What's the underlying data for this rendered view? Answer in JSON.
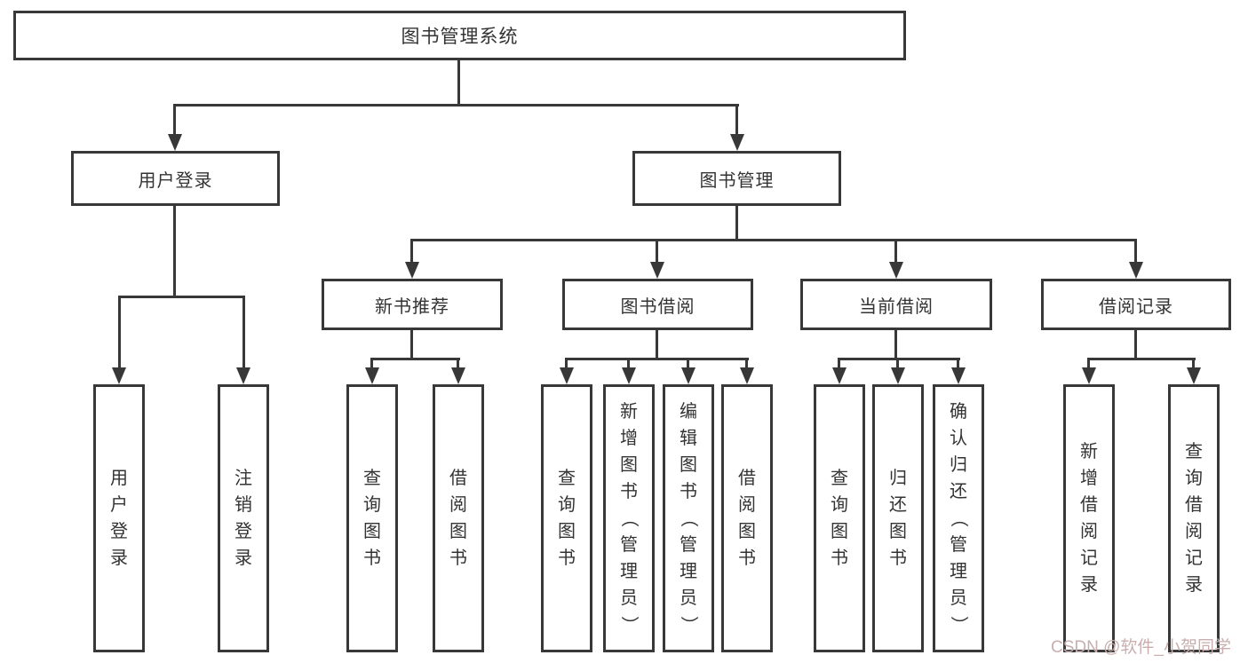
{
  "tree": {
    "label": "图书管理系统",
    "children": [
      {
        "label": "用户登录",
        "children": [
          {
            "label": "用户登录"
          },
          {
            "label": "注销登录"
          }
        ]
      },
      {
        "label": "图书管理",
        "children": [
          {
            "label": "新书推荐",
            "children": [
              {
                "label": "查询图书"
              },
              {
                "label": "借阅图书"
              }
            ]
          },
          {
            "label": "图书借阅",
            "children": [
              {
                "label": "查询图书"
              },
              {
                "label": "新增图书（管理员）"
              },
              {
                "label": "编辑图书（管理员）"
              },
              {
                "label": "借阅图书"
              }
            ]
          },
          {
            "label": "当前借阅",
            "children": [
              {
                "label": "查询图书"
              },
              {
                "label": "归还图书"
              },
              {
                "label": "确认归还（管理员）"
              }
            ]
          },
          {
            "label": "借阅记录",
            "children": [
              {
                "label": "新增借阅记录"
              },
              {
                "label": "查询借阅记录"
              }
            ]
          }
        ]
      }
    ]
  },
  "watermark": "CSDN @软件_小贺同学",
  "colors": {
    "line": "#383838",
    "text": "#333333",
    "watermark": "#c9aeae",
    "background": "#ffffff"
  }
}
